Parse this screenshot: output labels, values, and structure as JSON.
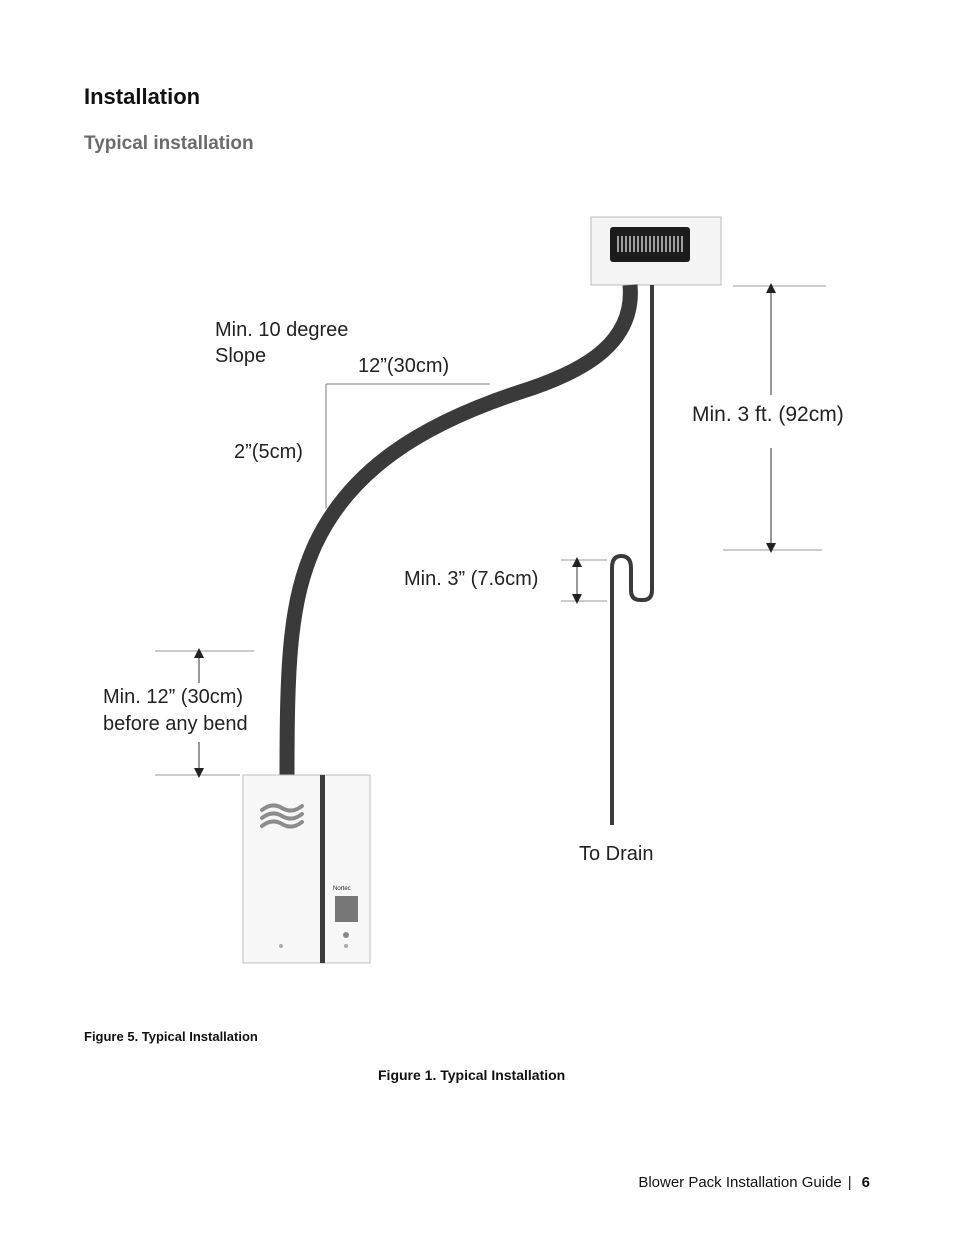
{
  "heading": "Installation",
  "subheading": "Typical installation",
  "diagram": {
    "slope_label_line1": "Min. 10 degree",
    "slope_label_line2": "Slope",
    "run_label": "12”(30cm)",
    "rise_label": "2”(5cm)",
    "vertical_label": "Min. 3 ft. (92cm)",
    "trap_label": "Min. 3” (7.6cm)",
    "straight_label_line1": "Min. 12” (30cm)",
    "straight_label_line2": "before any bend",
    "drain_label": "To Drain",
    "unit_brand": "Nortec"
  },
  "captions": {
    "figure5": "Figure 5. Typical Installation",
    "figure1": "Figure 1.  Typical Installation"
  },
  "footer": {
    "title": "Blower Pack Installation Guide",
    "separator": "|",
    "page": "6"
  }
}
